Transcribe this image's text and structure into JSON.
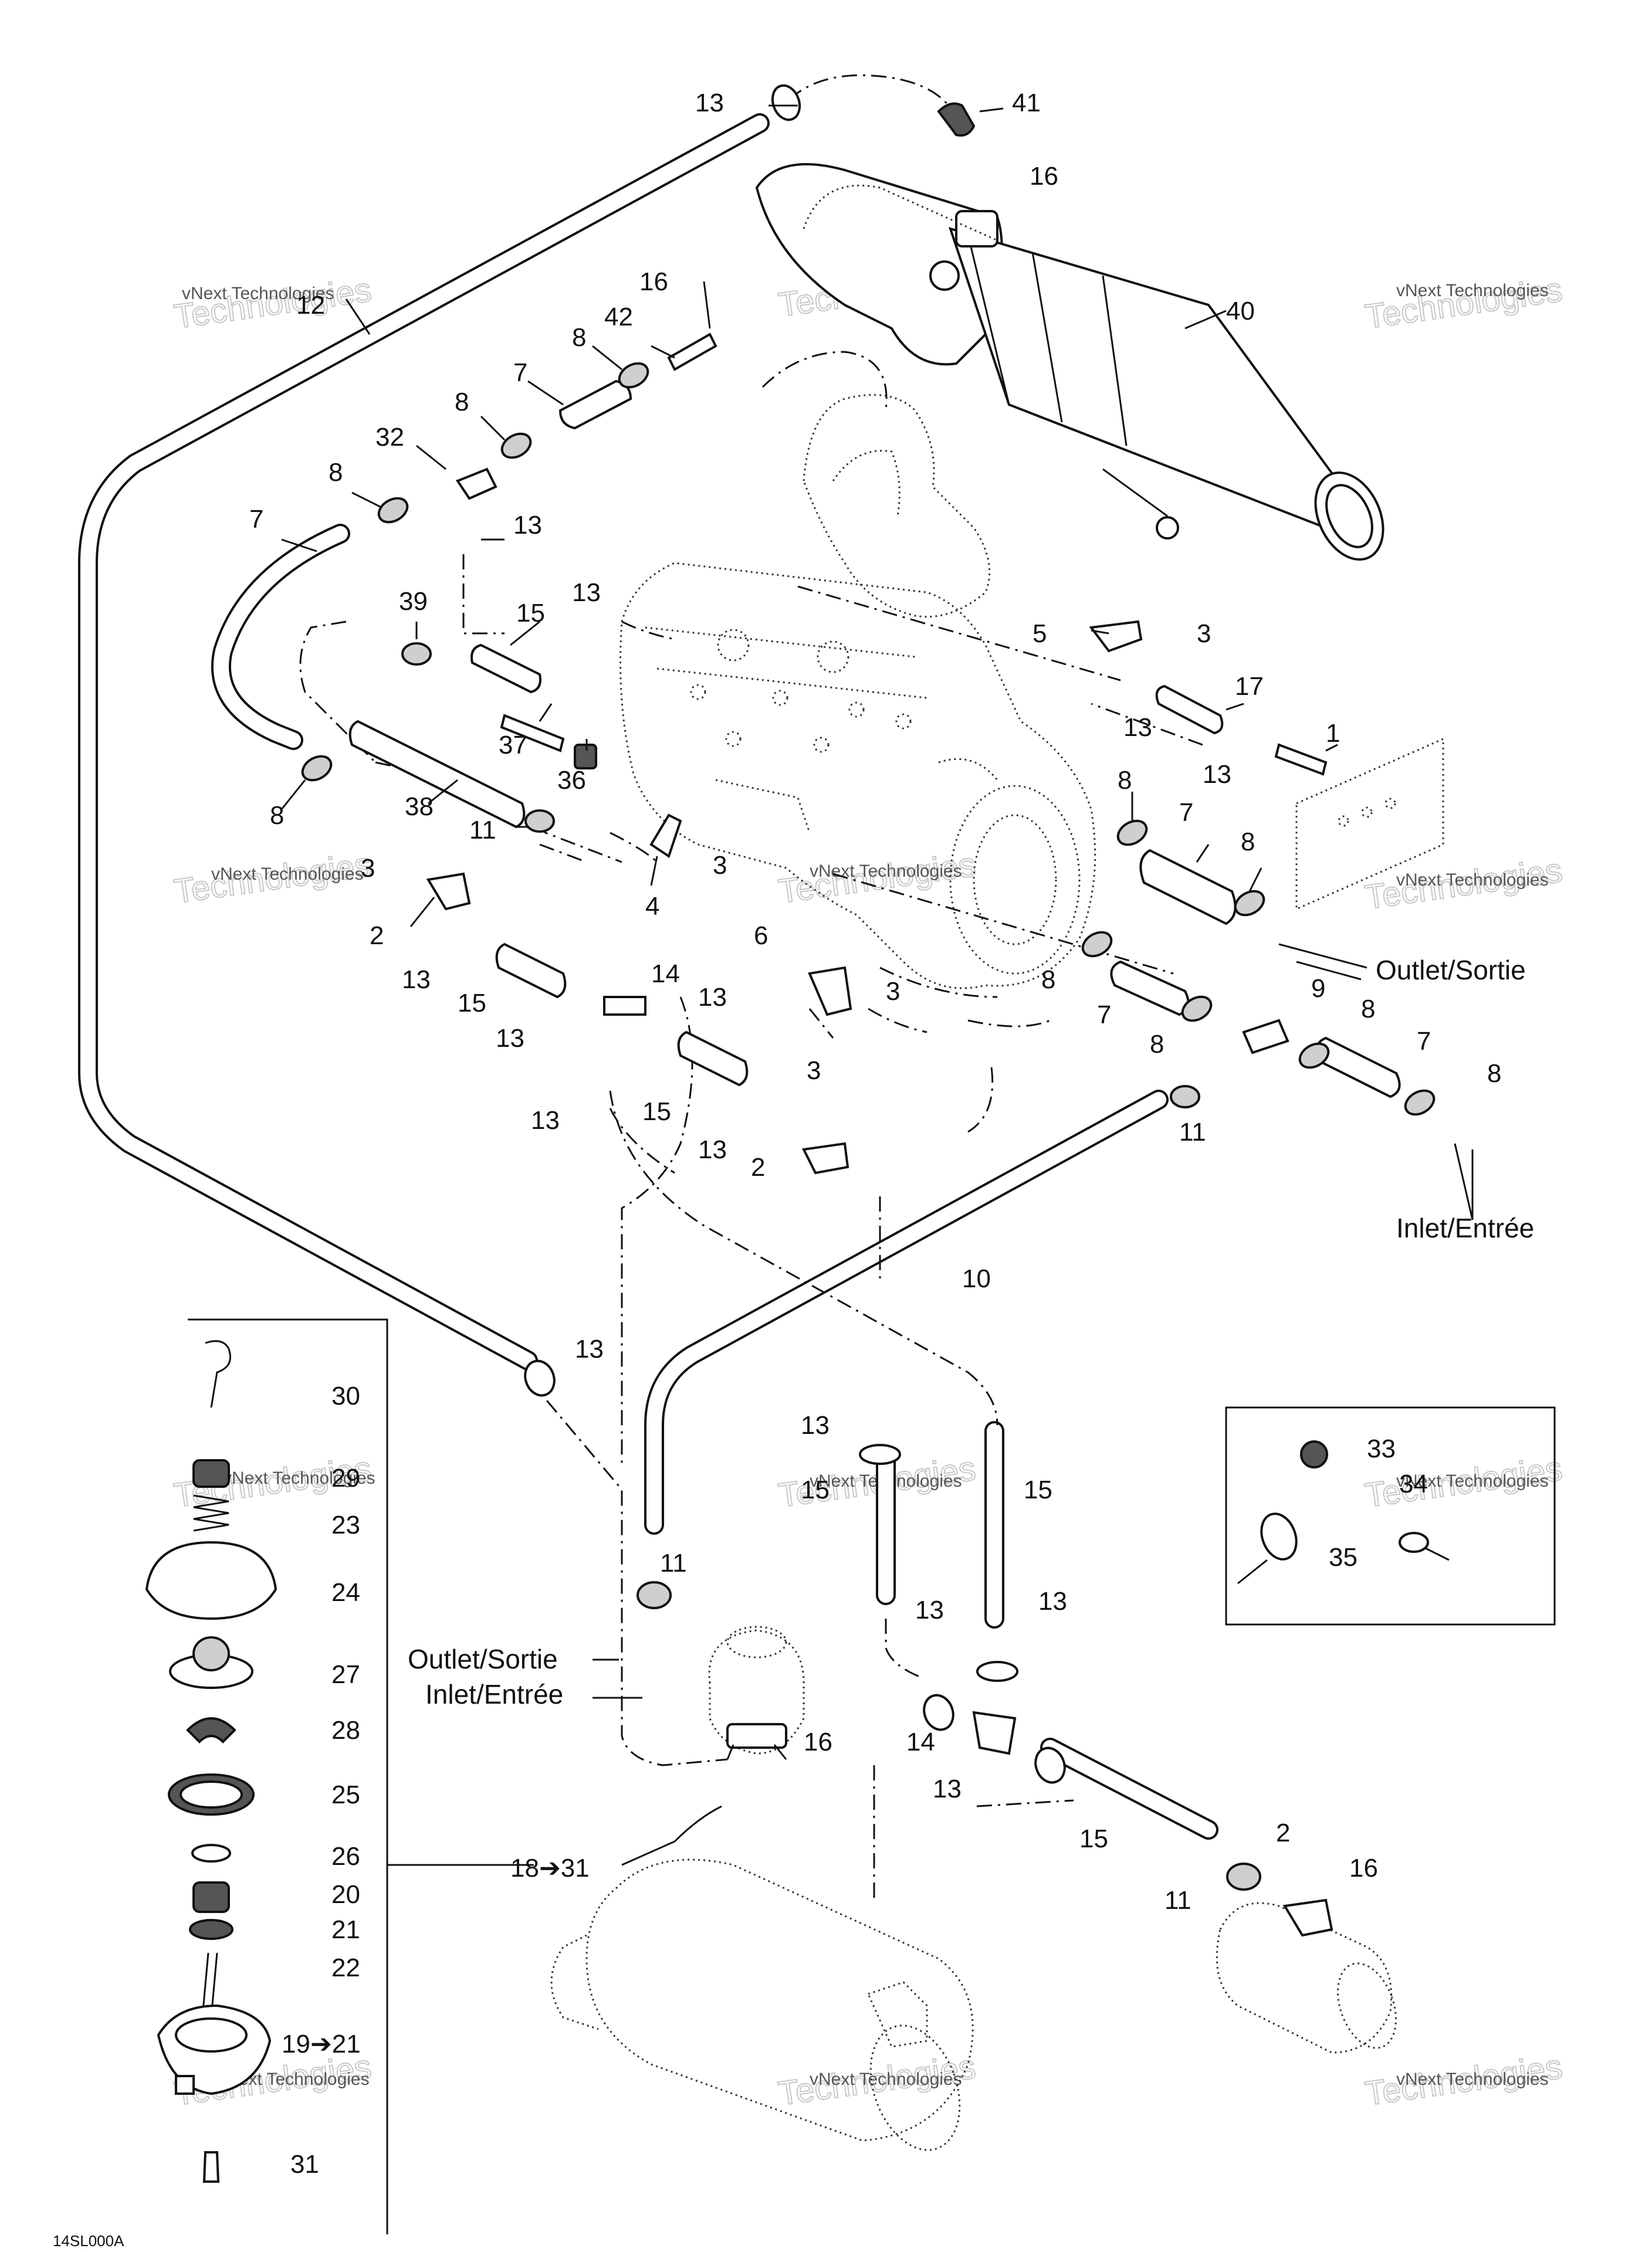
{
  "figure_code": "14SL000A",
  "watermark": {
    "line1": "vNext Technologies",
    "line2": "Technologies"
  },
  "flow": {
    "outlet_main": "Outlet/Sortie",
    "inlet_main": "Inlet/Entrée",
    "outlet_res": "Outlet/Sortie",
    "inlet_res": "Inlet/Entrée"
  },
  "callouts": {
    "c13_top": "13",
    "c41": "41",
    "c16_a": "16",
    "c12": "12",
    "c16_b": "16",
    "c40": "40",
    "c42": "42",
    "c8_a": "8",
    "c7_a": "7",
    "c8_b": "8",
    "c32": "32",
    "c8_c": "8",
    "c7_b": "7",
    "c13_b": "13",
    "c13_c": "13",
    "c39": "39",
    "c15_a": "15",
    "c5": "5",
    "c3_a": "3",
    "c17": "17",
    "c13_d": "13",
    "c1": "1",
    "c13_e": "13",
    "c37": "37",
    "c36": "36",
    "c8_d": "8",
    "c38": "38",
    "c11_a": "11",
    "c8_e": "8",
    "c7_c": "7",
    "c8_f": "8",
    "c3_b": "3",
    "c2_a": "2",
    "c4": "4",
    "c3_c": "3",
    "c13_f": "13",
    "c14_a": "14",
    "c6": "6",
    "c3_d": "3",
    "c15_b": "15",
    "c13_g": "13",
    "c13_h": "13",
    "c8_g": "8",
    "c7_d": "7",
    "c9": "9",
    "c8_h": "8",
    "c8_i": "8",
    "c7_e": "7",
    "c8_j": "8",
    "c13_i": "13",
    "c15_c": "15",
    "c3_e": "3",
    "c13_j": "13",
    "c2_b": "2",
    "c11_b": "11",
    "c10": "10",
    "c13_k": "13",
    "c30": "30",
    "c29": "29",
    "c23": "23",
    "c24": "24",
    "c27": "27",
    "c28": "28",
    "c25": "25",
    "c26": "26",
    "c20": "20",
    "c21": "21",
    "c22": "22",
    "c19_21": "19➔21",
    "c31": "31",
    "c18_31": "18➔31",
    "c13_l": "13",
    "c15_d": "15",
    "c15_e": "15",
    "c11_c": "11",
    "c13_m": "13",
    "c13_n": "13",
    "c14_b": "14",
    "c16_c": "16",
    "c13_o": "13",
    "c15_f": "15",
    "c2_c": "2",
    "c16_d": "16",
    "c11_d": "11",
    "c33": "33",
    "c34": "34",
    "c35": "35"
  }
}
